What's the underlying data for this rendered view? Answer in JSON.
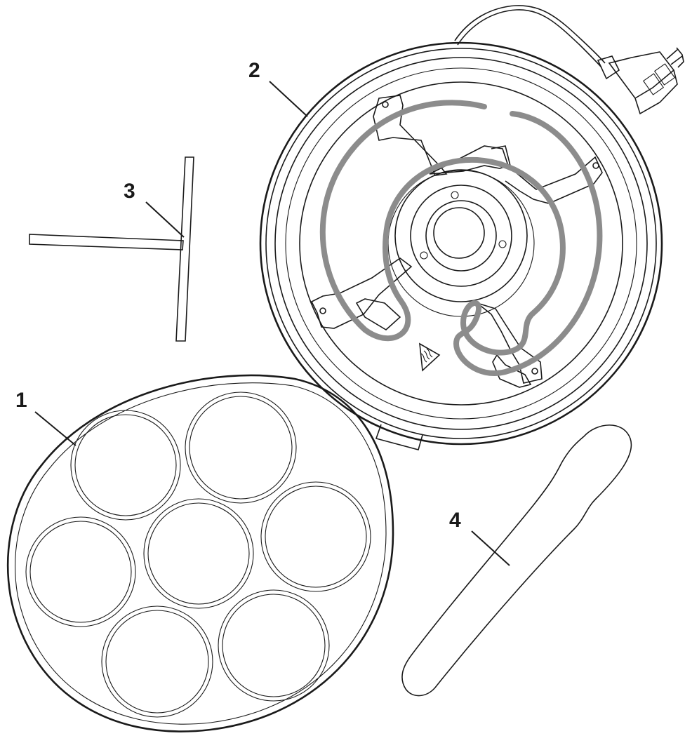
{
  "diagram": {
    "callouts": [
      {
        "id": "1",
        "label": "1"
      },
      {
        "id": "2",
        "label": "2"
      },
      {
        "id": "3",
        "label": "3"
      },
      {
        "id": "4",
        "label": "4"
      }
    ],
    "colors": {
      "line": "#1a1a1a",
      "heating_element": "#8c8c8c",
      "background": "#ffffff"
    },
    "icons": [
      "hot-surface-warning-icon",
      "power-plug-icon"
    ]
  }
}
